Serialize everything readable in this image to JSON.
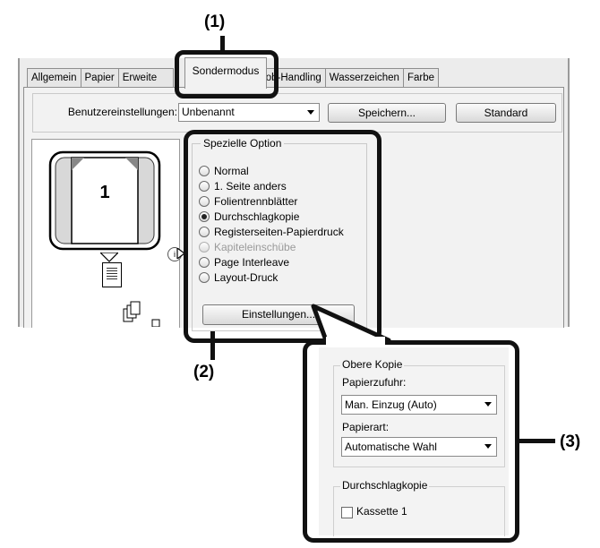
{
  "callouts": {
    "c1": "(1)",
    "c2": "(2)",
    "c3": "(3)"
  },
  "tabs": [
    "Allgemein",
    "Papier",
    "Erweite",
    "Sondermodus",
    "ob-Handling",
    "Wasserzeichen",
    "Farbe"
  ],
  "active_tab": "Sondermodus",
  "user_settings": {
    "label": "Benutzereinstellungen:",
    "value": "Unbenannt",
    "save_label": "Speichern...",
    "default_label": "Standard"
  },
  "preview": {
    "page_number": "1"
  },
  "special_option": {
    "title": "Spezielle Option",
    "options": [
      {
        "label": "Normal",
        "selected": false,
        "enabled": true
      },
      {
        "label": "1. Seite anders",
        "selected": false,
        "enabled": true
      },
      {
        "label": "Folientrennblätter",
        "selected": false,
        "enabled": true
      },
      {
        "label": "Durchschlagkopie",
        "selected": true,
        "enabled": true
      },
      {
        "label": "Registerseiten-Papierdruck",
        "selected": false,
        "enabled": true
      },
      {
        "label": "Kapiteleinschübe",
        "selected": false,
        "enabled": false
      },
      {
        "label": "Page Interleave",
        "selected": false,
        "enabled": true
      },
      {
        "label": "Layout-Druck",
        "selected": false,
        "enabled": true
      }
    ],
    "settings_label": "Einstellungen..."
  },
  "popup": {
    "top_copy_title": "Obere Kopie",
    "paper_source_label": "Papierzufuhr:",
    "paper_source_value": "Man. Einzug (Auto)",
    "paper_type_label": "Papierart:",
    "paper_type_value": "Automatische Wahl",
    "carbon_title": "Durchschlagkopie",
    "tray_label": "Kassette 1",
    "tray_checked": false
  },
  "colors": {
    "outline": "#111111",
    "dialog_bg": "#ececec",
    "panel_bg": "#f2f2f2"
  }
}
